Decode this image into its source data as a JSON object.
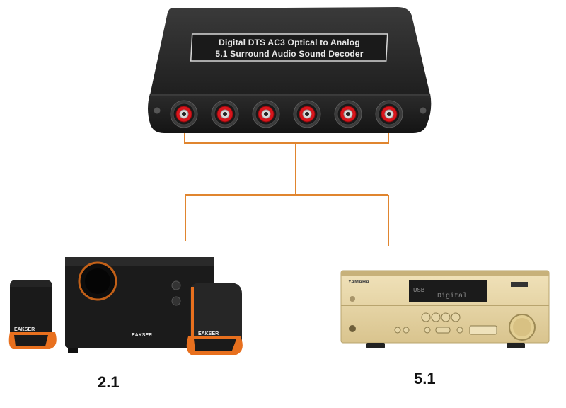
{
  "decoder": {
    "label_line1": "Digital DTS AC3 Optical to Analog",
    "label_line2": "5.1 Surround Audio Sound Decoder",
    "output_jacks": 6
  },
  "speakers": {
    "brand_label": "EAKSER",
    "caption": "2.1"
  },
  "receiver": {
    "brand": "YAMAHA",
    "display_text": "Digital",
    "usb_text": "USB",
    "caption": "5.1"
  },
  "colors": {
    "wire": "#e0852f",
    "jack_red": "#d8161c",
    "decoder_body": "#2a2a2a",
    "receiver_gold": "#e8d6a6",
    "speaker_accent": "#e8701e"
  }
}
